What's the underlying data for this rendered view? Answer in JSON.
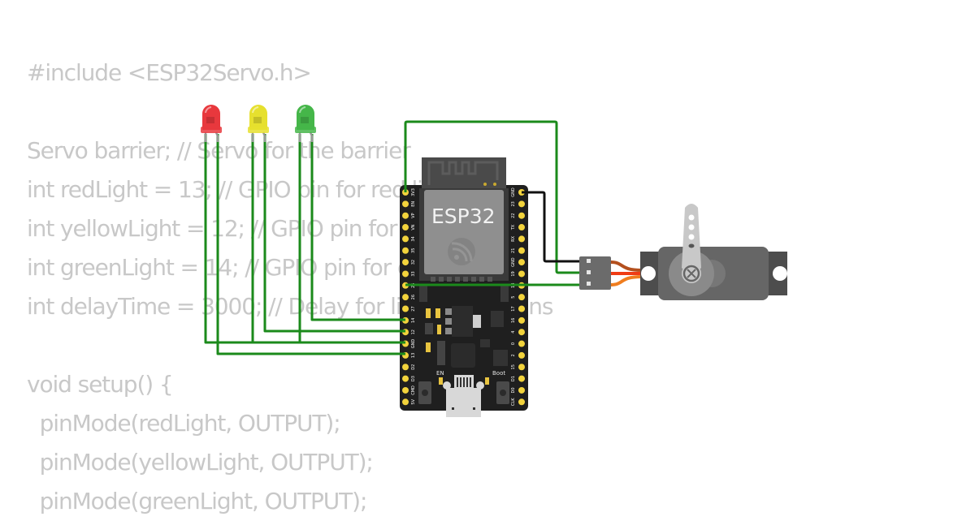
{
  "code": {
    "lines": [
      "#include <ESP32Servo.h>",
      "",
      "Servo barrier; // Servo for the barrier",
      "int redLight = 13; // GPIO pin for red light",
      "int yellowLight = 12; // GPIO pin for yellow light",
      "int greenLight = 14; // GPIO pin for green light",
      "int delayTime = 3000; // Delay for light transitions",
      "",
      "void setup() {",
      "  pinMode(redLight, OUTPUT);",
      "  pinMode(yellowLight, OUTPUT);",
      "  pinMode(greenLight, OUTPUT);"
    ]
  },
  "components": {
    "leds": [
      {
        "name": "red",
        "color": "#e8383d"
      },
      {
        "name": "yellow",
        "color": "#e6e02e"
      },
      {
        "name": "green",
        "color": "#45b649"
      }
    ],
    "board": {
      "chip_label": "ESP32",
      "left_pins": [
        "3V3",
        "EN",
        "VP",
        "VN",
        "34",
        "35",
        "32",
        "33",
        "25",
        "26",
        "27",
        "14",
        "12",
        "GND",
        "13",
        "D2",
        "D3",
        "CMD",
        "5V"
      ],
      "right_pins": [
        "GND",
        "23",
        "22",
        "TX",
        "RX",
        "21",
        "GND",
        "19",
        "18",
        "5",
        "17",
        "16",
        "4",
        "0",
        "2",
        "15",
        "D1",
        "D0",
        "CLK"
      ],
      "buttons": [
        "EN",
        "Boot"
      ]
    },
    "servo": {
      "name": "servo"
    }
  },
  "colors": {
    "wire_green": "#1b8a1b",
    "wire_black": "#111111",
    "board": "#1f1f1f",
    "pin": "#f2d33c",
    "servo_body": "#666666",
    "servo_dark": "#4d4d4d",
    "servo_horn": "#c8c8c8",
    "servo_wire_brown": "#b4501e",
    "servo_wire_red": "#f03c14",
    "servo_wire_orange": "#f07d1e"
  }
}
